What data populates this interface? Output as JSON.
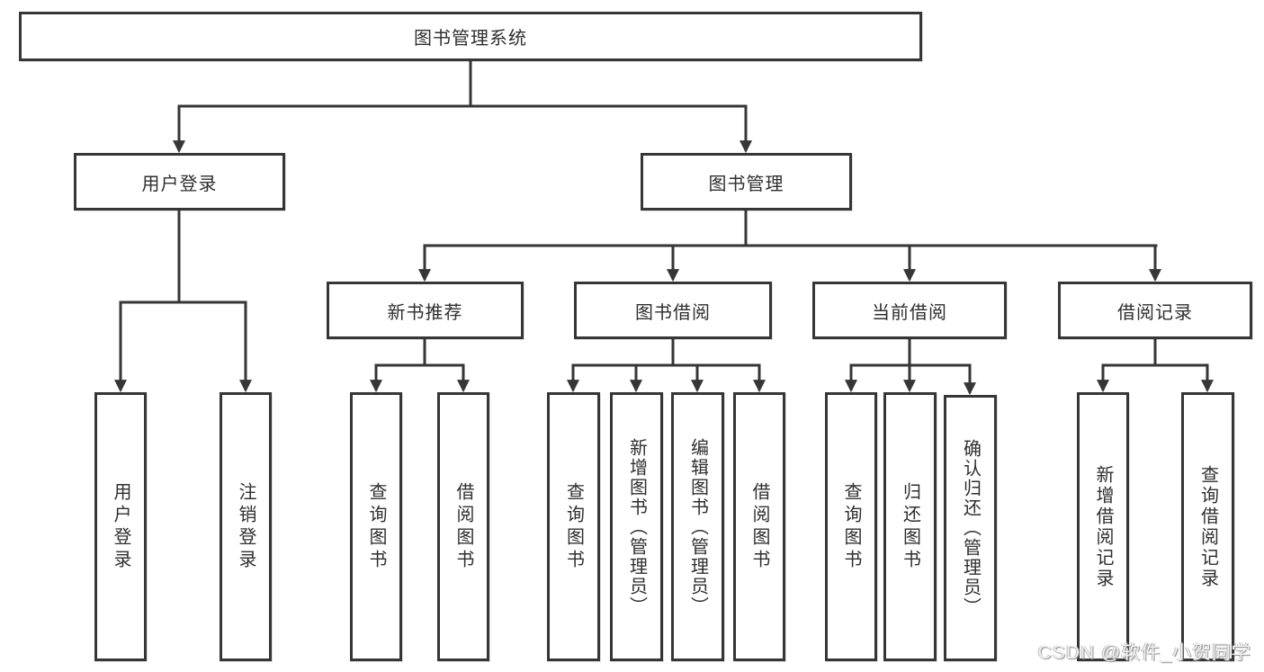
{
  "diagram": {
    "type": "hierarchy",
    "root": {
      "label": "图书管理系统"
    },
    "level2": {
      "user_login": {
        "label": "用户登录"
      },
      "book_mgmt": {
        "label": "图书管理"
      }
    },
    "level3": {
      "new_book": {
        "label": "新书推荐"
      },
      "book_borrow": {
        "label": "图书借阅"
      },
      "current_borrow": {
        "label": "当前借阅"
      },
      "borrow_record": {
        "label": "借阅记录"
      }
    },
    "leaves": {
      "user_login": [
        "用户登录",
        "注销登录"
      ],
      "new_book": [
        "查询图书",
        "借阅图书"
      ],
      "book_borrow": [
        "查询图书",
        "新增图书（管理员）",
        "编辑图书（管理员）",
        "借阅图书"
      ],
      "current_borrow": [
        "查询图书",
        "归还图书",
        "确认归还（管理员）"
      ],
      "borrow_record": [
        "新增借阅记录",
        "查询借阅记录"
      ]
    }
  },
  "watermark": "CSDN @软件_小贺同学",
  "colors": {
    "line": "#363636",
    "box_border": "#363636",
    "box_fill": "#ffffff",
    "text": "#2f2f2f",
    "watermark": "#f1f1f1"
  }
}
